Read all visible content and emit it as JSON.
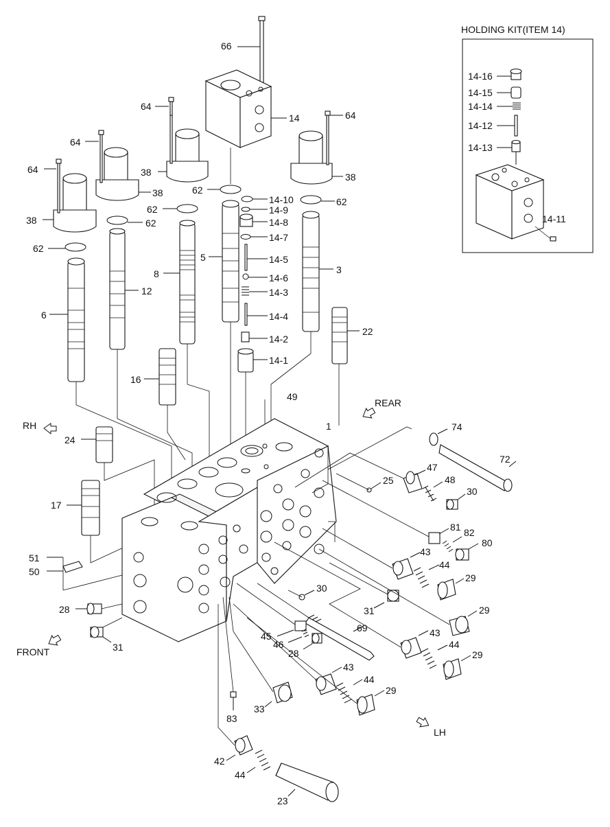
{
  "inset": {
    "title": "HOLDING KIT(ITEM 14)"
  },
  "directions": {
    "rear": "REAR",
    "rh": "RH",
    "front": "FRONT",
    "lh": "LH"
  },
  "labels": {
    "l66": "66",
    "l14": "14",
    "l64a": "64",
    "l64b": "64",
    "l64c": "64",
    "l64d": "64",
    "l38a": "38",
    "l38b": "38",
    "l38c": "38",
    "l38d": "38",
    "l62a": "62",
    "l62b": "62",
    "l62c": "62",
    "l62d": "62",
    "l62e": "62",
    "l14_10": "14-10",
    "l14_9": "14-9",
    "l14_8": "14-8",
    "l14_7": "14-7",
    "l14_5": "14-5",
    "l14_6": "14-6",
    "l14_3": "14-3",
    "l14_4": "14-4",
    "l14_2": "14-2",
    "l14_1": "14-1",
    "l5": "5",
    "l3": "3",
    "l8": "8",
    "l12": "12",
    "l6": "6",
    "l22": "22",
    "l16": "16",
    "l49": "49",
    "l1": "1",
    "l24": "24",
    "l17": "17",
    "l74": "74",
    "l72": "72",
    "l47": "47",
    "l25": "25",
    "l48": "48",
    "l30a": "30",
    "l81": "81",
    "l82": "82",
    "l80": "80",
    "l43a": "43",
    "l44a": "44",
    "l29a": "29",
    "l51": "51",
    "l50": "50",
    "l30b": "30",
    "l31a": "31",
    "l29b": "29",
    "l28a": "28",
    "l31b": "31",
    "l69": "69",
    "l45": "45",
    "l46": "46",
    "l28b": "28",
    "l43b": "43",
    "l44b": "44",
    "l29c": "29",
    "l43c": "43",
    "l44c": "44",
    "l29d": "29",
    "l33": "33",
    "l83": "83",
    "l42": "42",
    "l44d": "44",
    "l23": "23",
    "l14_16": "14-16",
    "l14_15": "14-15",
    "l14_14": "14-14",
    "l14_12": "14-12",
    "l14_13": "14-13",
    "l14_11": "14-11"
  }
}
